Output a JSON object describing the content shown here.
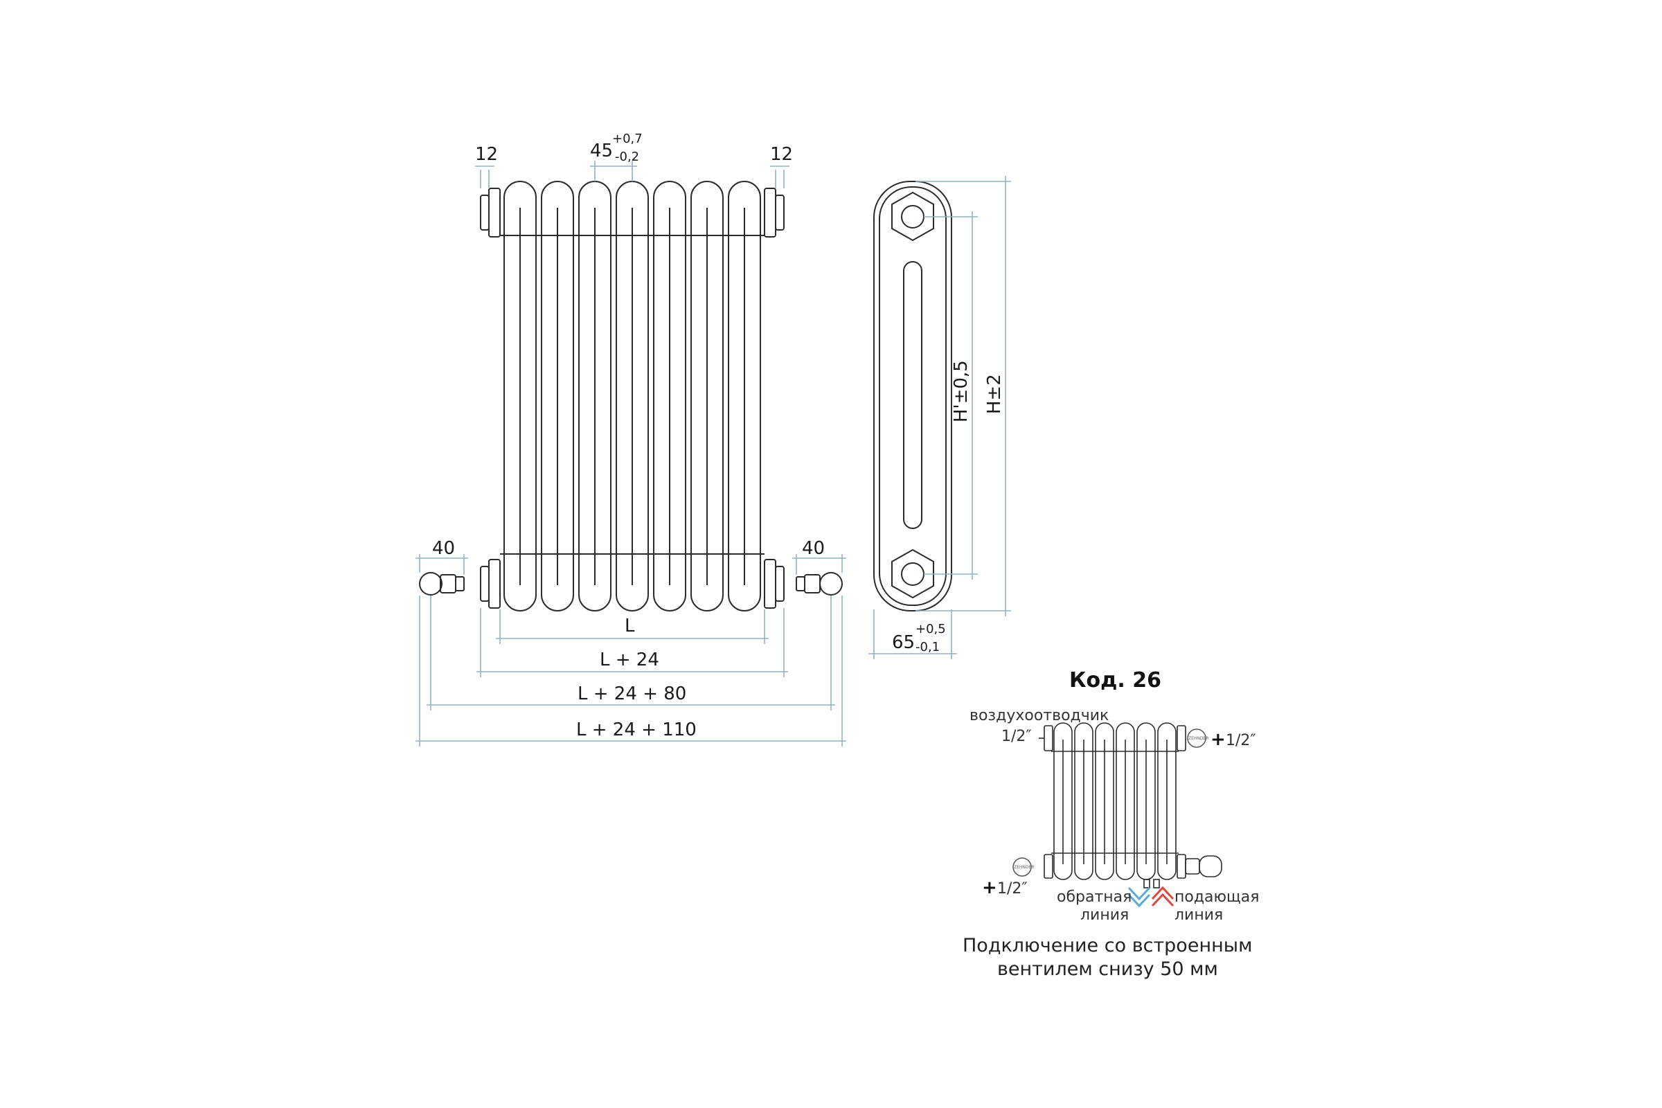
{
  "front_view": {
    "dim_left_nipple": "12",
    "dim_right_nipple": "12",
    "dim_pitch": "45",
    "dim_pitch_tol_plus": "+0,7",
    "dim_pitch_tol_minus": "-0,2",
    "dim_left_valve": "40",
    "dim_right_valve": "40",
    "dim_L": "L",
    "dim_L24": "L + 24",
    "dim_L24_80": "L + 24 + 80",
    "dim_L24_110": "L + 24 + 110"
  },
  "side_view": {
    "dim_h_axis": "H'±0,5",
    "dim_h_total": "H±2",
    "dim_depth": "65",
    "dim_depth_tol_plus": "+0,5",
    "dim_depth_tol_minus": "-0,1"
  },
  "code_block": {
    "title": "Код. 26",
    "air_vent_label": "воздухоотводчик",
    "air_vent_size": "1/2″",
    "plug_top_size": "1/2″",
    "plug_bottom_size": "1/2″",
    "plus_sign": "+",
    "return_line_1": "обратная",
    "return_line_2": "линия",
    "supply_line_1": "подающая",
    "supply_line_2": "линия",
    "caption_1": "Подключение со встроенным",
    "caption_2": "вентилем снизу 50 мм",
    "plug_marking": "ZEHNDER"
  },
  "colors": {
    "outline": "#2b2b2b",
    "dimension_line": "#8fb3c4",
    "return_arrow": "#5aa9d6",
    "supply_arrow": "#e0453f"
  }
}
